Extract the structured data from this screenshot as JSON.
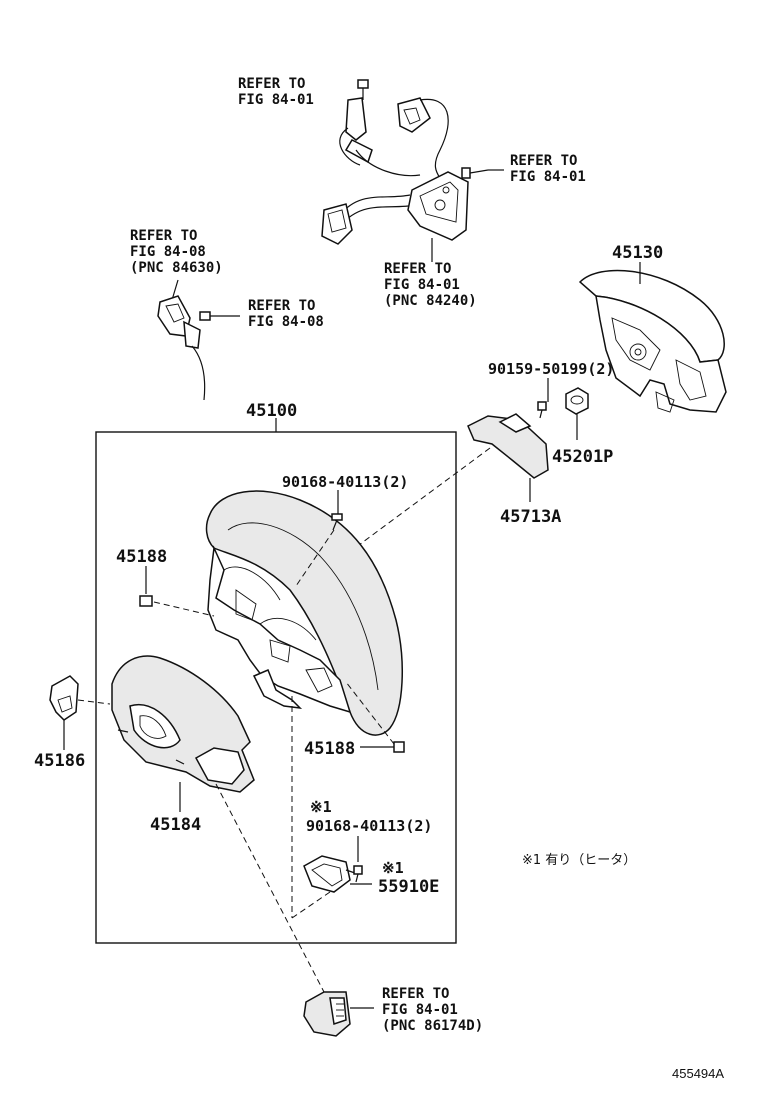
{
  "labels": {
    "refer_fig_84_01_top": [
      "REFER TO",
      "FIG 84-01"
    ],
    "refer_fig_84_01_right": [
      "REFER TO",
      "FIG 84-01"
    ],
    "refer_fig_84_01_pnc_84240": [
      "REFER TO",
      "FIG 84-01",
      "(PNC 84240)"
    ],
    "refer_fig_84_08_pnc_84630": [
      "REFER TO",
      "FIG 84-08",
      "(PNC 84630)"
    ],
    "refer_fig_84_08": [
      "REFER TO",
      "FIG 84-08"
    ],
    "refer_fig_84_01_pnc_86174d": [
      "REFER TO",
      "FIG 84-01",
      "(PNC 86174D)"
    ],
    "part_45130": "45130",
    "part_90159_50199": "90159-50199(2)",
    "part_45201p": "45201P",
    "part_45713a": "45713A",
    "part_45100": "45100",
    "part_90168_40113_top": "90168-40113(2)",
    "part_45188_left": "45188",
    "part_45188_lower": "45188",
    "part_45186": "45186",
    "part_45184": "45184",
    "mark_1_a": "※1",
    "part_90168_40113_lower": "90168-40113(2)",
    "mark_1_b": "※1",
    "part_55910e": "55910E",
    "note_heater": "※1 有り（ヒータ）",
    "diagram_id": "455494A"
  }
}
